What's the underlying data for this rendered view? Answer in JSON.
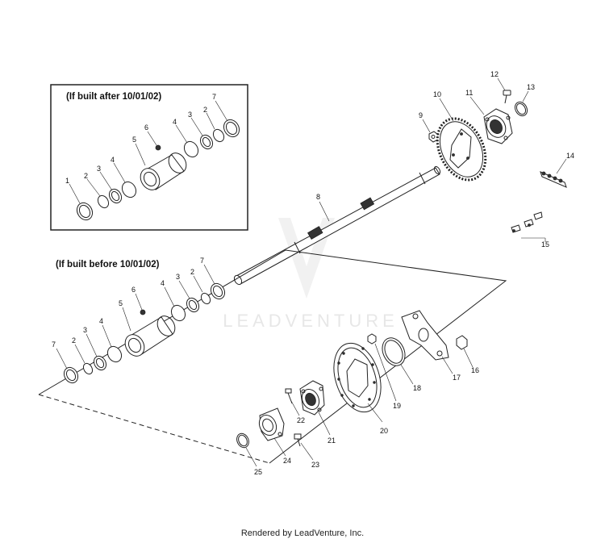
{
  "inset": {
    "caption": "(If built after 10/01/02)"
  },
  "lower_group": {
    "caption": "(If built before 10/01/02)"
  },
  "callouts": {
    "c1": "1",
    "c2": "2",
    "c3": "3",
    "c4": "4",
    "c5": "5",
    "c6": "6",
    "c7": "7",
    "c8": "8",
    "c9": "9",
    "c10": "10",
    "c11": "11",
    "c12": "12",
    "c13": "13",
    "c14": "14",
    "c15": "15",
    "c16": "16",
    "c17": "17",
    "c18": "18",
    "c19": "19",
    "c20": "20",
    "c21": "21",
    "c22": "22",
    "c23": "23",
    "c24": "24",
    "c25": "25"
  },
  "watermark": "LEADVENTURE",
  "footer": "Rendered by LeadVenture, Inc."
}
